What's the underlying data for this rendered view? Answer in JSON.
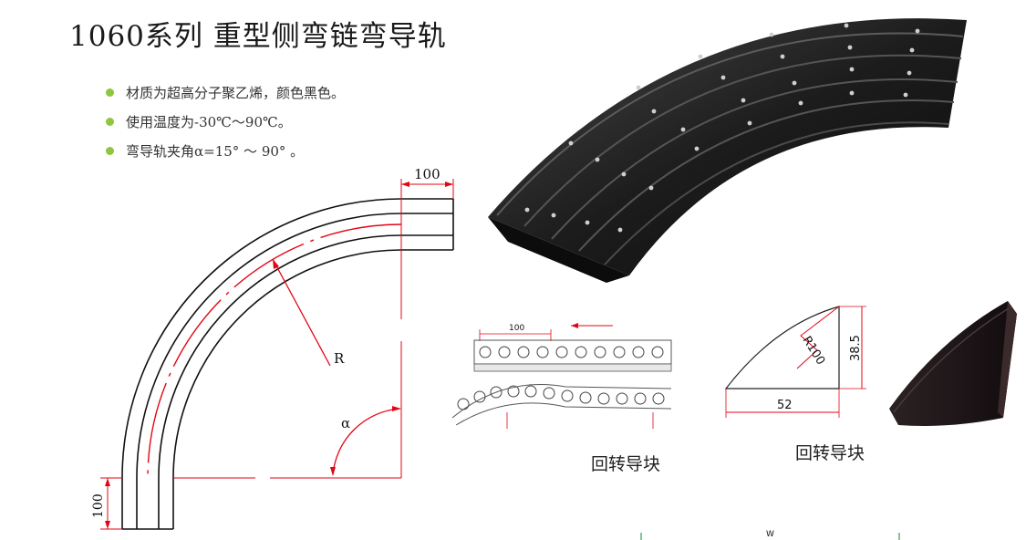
{
  "header": {
    "title": "1060系列 重型侧弯链弯导轨"
  },
  "specs": [
    {
      "text": "材质为超高分子聚乙烯，颜色黑色。"
    },
    {
      "text": "使用温度为-30℃～90℃。"
    },
    {
      "text": "弯导轨夹角α=15° ～ 90° 。"
    }
  ],
  "main_drawing": {
    "top_width": "100",
    "bottom_width": "100",
    "radius_label": "R",
    "angle_label": "α"
  },
  "chain_drawing": {
    "width_label": "100",
    "caption": "回转导块"
  },
  "block_drawing": {
    "radius_label": "R100",
    "height_label": "38.5",
    "base_label": "52",
    "caption": "回转导块"
  },
  "footer": {
    "width_label": "W"
  },
  "colors": {
    "bullet": "#8dc63f",
    "dimension": "#e30613",
    "part": "#1a1a1a"
  }
}
